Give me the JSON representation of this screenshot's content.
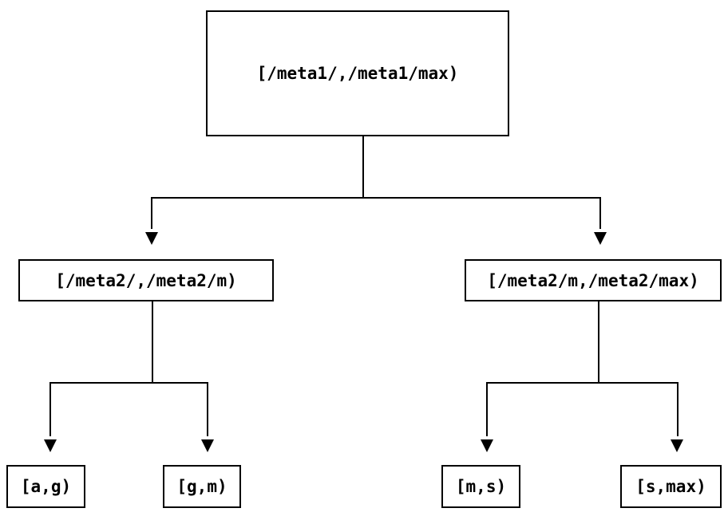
{
  "diagram": {
    "type": "binary-tree",
    "background": "#ffffff",
    "line_color": "#000000",
    "text_color": "#000000",
    "nodes": {
      "root": {
        "label": "[/meta1/,/meta1/max)"
      },
      "level1_left": {
        "label": "[/meta2/,/meta2/m)"
      },
      "level1_right": {
        "label": "[/meta2/m,/meta2/max)"
      },
      "leaf_ag": {
        "label": "[a,g)"
      },
      "leaf_gm": {
        "label": "[g,m)"
      },
      "leaf_ms": {
        "label": "[m,s)"
      },
      "leaf_smax": {
        "label": "[s,max)"
      }
    },
    "edges": [
      {
        "from": "root",
        "to": "level1_left"
      },
      {
        "from": "root",
        "to": "level1_right"
      },
      {
        "from": "level1_left",
        "to": "leaf_ag"
      },
      {
        "from": "level1_left",
        "to": "leaf_gm"
      },
      {
        "from": "level1_right",
        "to": "leaf_ms"
      },
      {
        "from": "level1_right",
        "to": "leaf_smax"
      }
    ]
  }
}
